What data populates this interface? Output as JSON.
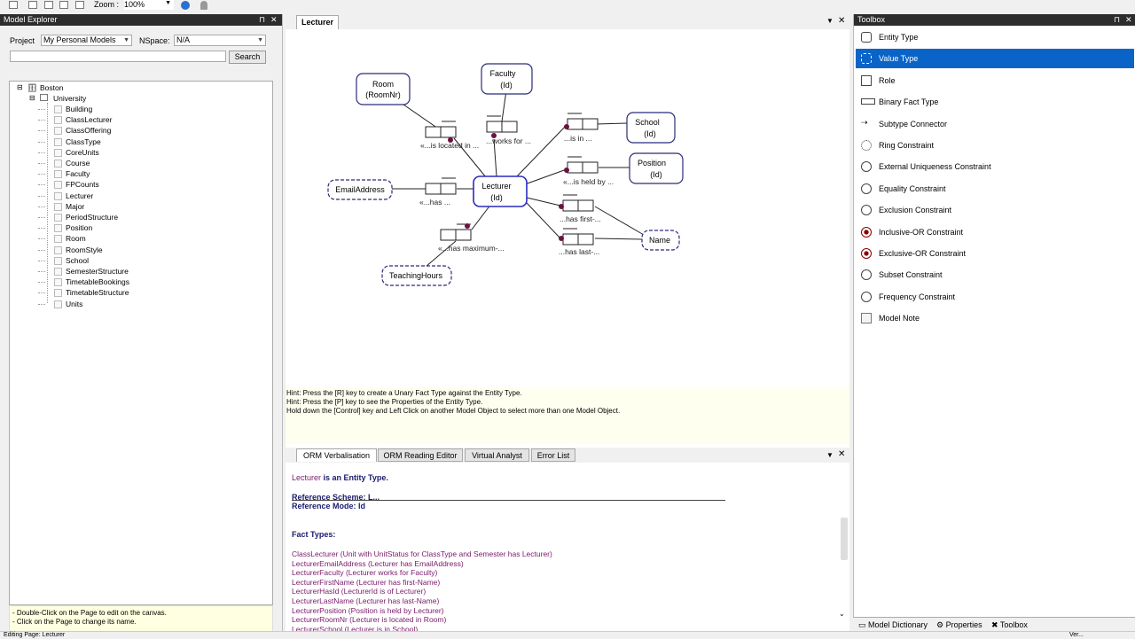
{
  "toolbar": {
    "zoom_label": "Zoom :",
    "zoom_value": "100%"
  },
  "explorer": {
    "title": "Model Explorer",
    "project_label": "Project",
    "project_value": "My Personal Models",
    "nspace_label": "NSpace:",
    "nspace_value": "N/A",
    "search_value": "",
    "search_button": "Search",
    "tree_root": "Boston",
    "tree_model": "University",
    "tree_items": [
      "Building",
      "ClassLecturer",
      "ClassOffering",
      "ClassType",
      "CoreUnits",
      "Course",
      "Faculty",
      "FPCounts",
      "Lecturer",
      "Major",
      "PeriodStructure",
      "Position",
      "Room",
      "RoomStyle",
      "School",
      "SemesterStructure",
      "TimetableBookings",
      "TimetableStructure",
      "Units"
    ],
    "hint_line1": "- Double-Click on the Page to edit on the canvas.",
    "hint_line2": "- Click on the Page to change its name."
  },
  "document": {
    "tab_label": "Lecturer",
    "entities": {
      "room": [
        "Room",
        "(RoomNr)"
      ],
      "faculty": [
        "Faculty",
        "(Id)"
      ],
      "school": [
        "School",
        "(Id)"
      ],
      "position": [
        "Position",
        "(Id)"
      ],
      "lecturer": [
        "Lecturer",
        "(Id)"
      ]
    },
    "values": {
      "email": "EmailAddress",
      "name": "Name",
      "hours": "TeachingHours"
    },
    "readings": {
      "located": "«...is located in ...",
      "works": "...works for ...",
      "isin": "...is in ...",
      "heldby": "«...is held by ...",
      "first": "...has first-...",
      "last": "...has last-...",
      "has": "«...has ...",
      "maximum": "«...has maximum-..."
    },
    "hints": [
      "Hint: Press the [R] key to create a Unary Fact Type against the Entity Type.",
      "Hint: Press the [P] key to see the Properties of the Entity Type.",
      "Hold down the [Control] key and Left Click on another Model Object to select more than one Model Object."
    ]
  },
  "bottom_panel": {
    "tabs": [
      "ORM Verbalisation",
      "ORM Reading Editor",
      "Virtual Analyst",
      "Error List"
    ],
    "verbalisation": {
      "entity": "Lecturer",
      "is_entity": "is an Entity Type.",
      "ref_scheme": "Reference Scheme: L...",
      "ref_mode": "Reference Mode: Id",
      "fact_types_heading": "Fact Types:",
      "fact_types": [
        "ClassLecturer (Unit with UnitStatus for ClassType and Semester has Lecturer)",
        "LecturerEmailAddress (Lecturer has EmailAddress)",
        "LecturerFaculty (Lecturer works for Faculty)",
        "LecturerFirstName (Lecturer has first-Name)",
        "LecturerHasId (LecturerId is of Lecturer)",
        "LecturerLastName (Lecturer has last-Name)",
        "LecturerPosition (Position is held by Lecturer)",
        "LecturerRoomNr (Lecturer is located in Room)",
        "LecturerSchool (Lecturer is in School)"
      ]
    }
  },
  "toolbox": {
    "title": "Toolbox",
    "items": [
      "Entity Type",
      "Value Type",
      "Role",
      "Binary Fact Type",
      "Subtype Connector",
      "Ring Constraint",
      "External Uniqueness Constraint",
      "Equality Constraint",
      "Exclusion Constraint",
      "Inclusive-OR Constraint",
      "Exclusive-OR Constraint",
      "Subset Constraint",
      "Frequency Constraint",
      "Model Note"
    ],
    "selected": "Value Type",
    "tabs": [
      "Model Dictionary",
      "Properties",
      "Toolbox"
    ]
  },
  "status": {
    "left": "Editing Page: Lecturer",
    "right": "Ver..."
  },
  "colors": {
    "selection": "#0a64c8",
    "entity_border": "#2b2b7a",
    "verbal_purple": "#7a1a6a",
    "verbal_navy": "#1a1a6e"
  }
}
